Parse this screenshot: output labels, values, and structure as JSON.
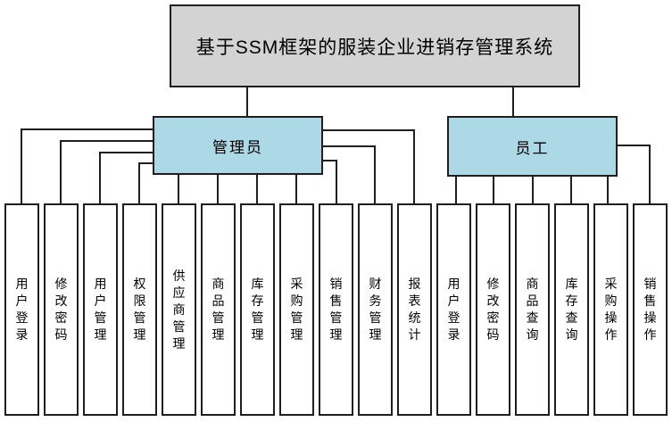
{
  "diagram": {
    "title": "基于SSM框架的服装企业进销存管理系统",
    "roles": [
      {
        "label": "管理员"
      },
      {
        "label": "员工"
      }
    ],
    "admin_modules": [
      "用户登录",
      "修改密码",
      "用户管理",
      "权限管理",
      "供应商管理",
      "商品管理",
      "库存管理",
      "采购管理",
      "销售管理",
      "财务管理",
      "报表统计"
    ],
    "staff_modules": [
      "用户登录",
      "修改密码",
      "商品查询",
      "库存查询",
      "采购操作",
      "销售操作"
    ],
    "colors": {
      "title_fill": "#d3d3d3",
      "role_fill": "#add8e6",
      "module_fill": "#ffffff",
      "border": "#1f1f1f",
      "line": "#1f1f1f"
    }
  }
}
